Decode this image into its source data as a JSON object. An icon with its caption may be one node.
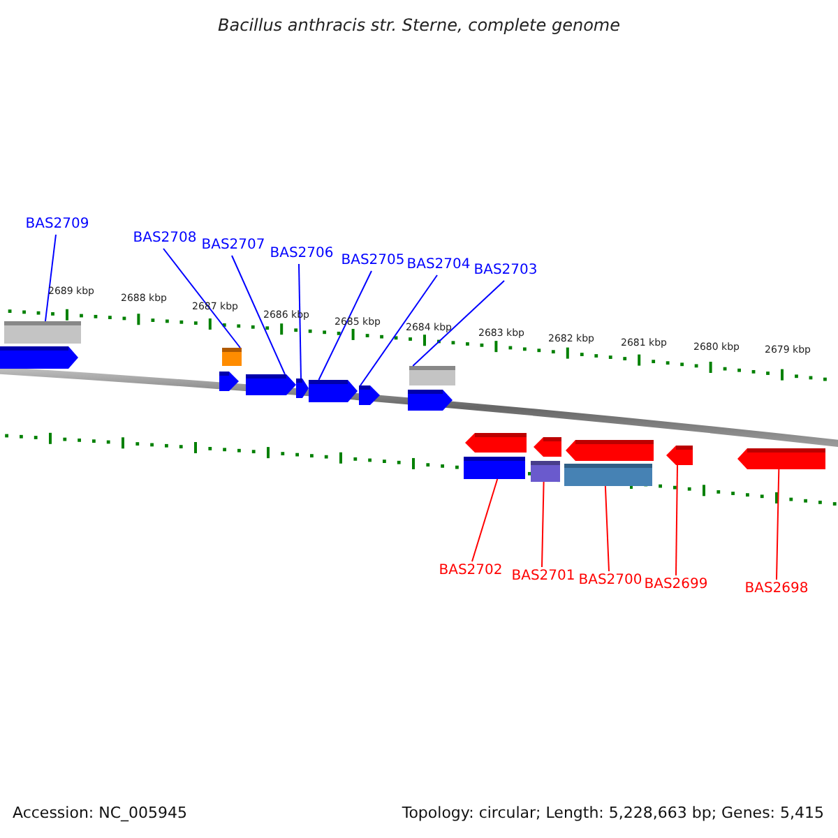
{
  "diagram": {
    "title": "Bacillus anthracis str. Sterne, complete genome",
    "nodes": [
      {
        "text": [
          "BAS2709"
        ]
      },
      {
        "text": [
          "BAS2708"
        ]
      },
      {
        "text": [
          "BAS2707"
        ]
      },
      {
        "text": [
          "BAS2706"
        ]
      },
      {
        "text": [
          "BAS2705"
        ]
      },
      {
        "text": [
          "BAS2704"
        ]
      },
      {
        "text": [
          "BAS2703"
        ]
      },
      {
        "text": [
          "BAS2702"
        ]
      },
      {
        "text": [
          "BAS2701"
        ]
      },
      {
        "text": [
          "BAS2700"
        ]
      },
      {
        "text": [
          "BAS2699"
        ]
      },
      {
        "text": [
          "BAS2698"
        ]
      },
      {
        "text": [],
        "shape": "bar"
      },
      {
        "text": [],
        "shape": "arrow"
      },
      {
        "text": [],
        "shape": "box"
      },
      {
        "text": [],
        "shape": "arrow"
      },
      {
        "text": [],
        "shape": "arrow"
      },
      {
        "text": [],
        "shape": "arrow"
      },
      {
        "text": [],
        "shape": "arrow"
      },
      {
        "text": [],
        "shape": "arrow"
      },
      {
        "text": [],
        "shape": "bar"
      },
      {
        "text": [],
        "shape": "arrow"
      },
      {
        "text": [],
        "shape": "arrow"
      },
      {
        "text": [],
        "shape": "box"
      },
      {
        "text": [],
        "shape": "arrow"
      },
      {
        "text": [],
        "shape": "box"
      },
      {
        "text": [],
        "shape": "arrow"
      },
      {
        "text": [],
        "shape": "box"
      },
      {
        "text": [],
        "shape": "arrow"
      },
      {
        "text": [],
        "shape": "arrow"
      }
    ],
    "edges": [
      {
        "from": 0,
        "to": 12,
        "arrow": "none"
      },
      {
        "from": 1,
        "to": 14,
        "arrow": "none"
      },
      {
        "from": 2,
        "to": 16,
        "arrow": "none"
      },
      {
        "from": 3,
        "to": 17,
        "arrow": "none"
      },
      {
        "from": 4,
        "to": 18,
        "arrow": "none"
      },
      {
        "from": 5,
        "to": 19,
        "arrow": "none"
      },
      {
        "from": 6,
        "to": 20,
        "arrow": "none"
      },
      {
        "from": 7,
        "to": 23,
        "arrow": "none",
        "color": "#ff0000"
      },
      {
        "from": 8,
        "to": 25,
        "arrow": "none",
        "color": "#ff0000"
      },
      {
        "from": 9,
        "to": 27,
        "arrow": "none",
        "color": "#ff0000"
      },
      {
        "from": 10,
        "to": 28,
        "arrow": "none",
        "color": "#ff0000"
      },
      {
        "from": 11,
        "to": 29,
        "arrow": "none",
        "color": "#ff0000"
      }
    ],
    "labels": [
      "2689 kbp",
      "2688 kbp",
      "2687 kbp",
      "2686 kbp",
      "2685 kbp",
      "2684 kbp",
      "2683 kbp",
      "2682 kbp",
      "2681 kbp",
      "2680 kbp",
      "2679 kbp",
      "Accession: NC_005945",
      "Topology: circular; Length: 5,228,663 bp; Genes: 5,415"
    ]
  }
}
